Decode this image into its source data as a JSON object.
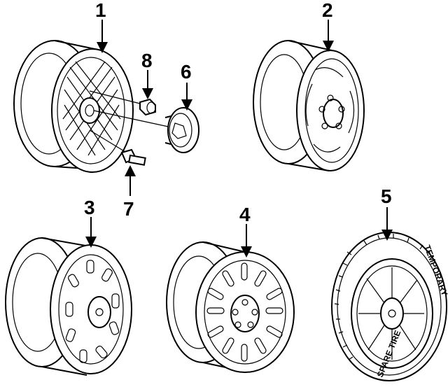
{
  "callouts": {
    "c1": "1",
    "c2": "2",
    "c3": "3",
    "c4": "4",
    "c5": "5",
    "c6": "6",
    "c7": "7",
    "c8": "8"
  },
  "tire_markings": {
    "sidewall_bottom": "SPARE TIRE",
    "sidewall_right": "TEMPORARY"
  }
}
